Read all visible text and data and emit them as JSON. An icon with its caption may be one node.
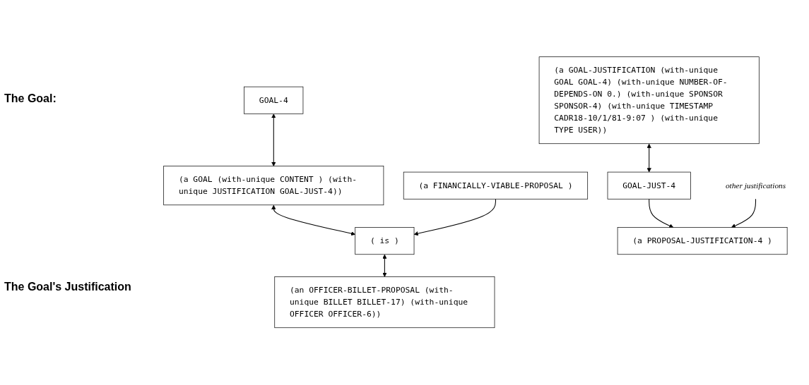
{
  "diagram": {
    "nodes": [
      {
        "text": [
          "( is )"
        ]
      },
      {
        "text": [
          "GOAL-4"
        ]
      },
      {
        "text": [
          "(a FINANCIALLY-VIABLE-PROPOSAL )"
        ]
      },
      {
        "text": [
          "(a GOAL (with-unique CONTENT ) (with-unique JUSTIFICATION GOAL-JUST-4))"
        ]
      },
      {
        "text": [
          "(an OFFICER-BILLET-PROPOSAL (with-unique BILLET BILLET-17) (with-unique OFFICER OFFICER-6))"
        ]
      },
      {
        "text": [
          "(a PROPOSAL-JUSTIFICATION-4 )"
        ]
      },
      {
        "text": [
          "(a GOAL-JUSTIFICATION (with-unique GOAL GOAL-4) (with-unique NUMBER-OF-DEPENDS-ON 0.) (with-unique SPONSOR SPONSOR-4) (with-unique TIMESTAMP CADR18-10/1/81-9:07 ) (with-unique TYPE USER))"
        ]
      },
      {
        "text": [
          "GOAL-JUST-4"
        ]
      },
      {
        "text": [
          "other justifications"
        ]
      }
    ],
    "edges": [
      {
        "from": 1,
        "to": 3,
        "arrow": "both"
      },
      {
        "from": 3,
        "to": 0,
        "arrow": "both"
      },
      {
        "from": 0,
        "to": 4,
        "arrow": "both"
      },
      {
        "from": 2,
        "to": 0,
        "arrow": "to"
      },
      {
        "from": 6,
        "to": 7,
        "arrow": "both"
      },
      {
        "from": 7,
        "to": 5,
        "arrow": "to"
      },
      {
        "from": 8,
        "to": 5,
        "arrow": "to"
      }
    ],
    "labels": [
      "The Goal:",
      "The Goal's Justification"
    ]
  }
}
